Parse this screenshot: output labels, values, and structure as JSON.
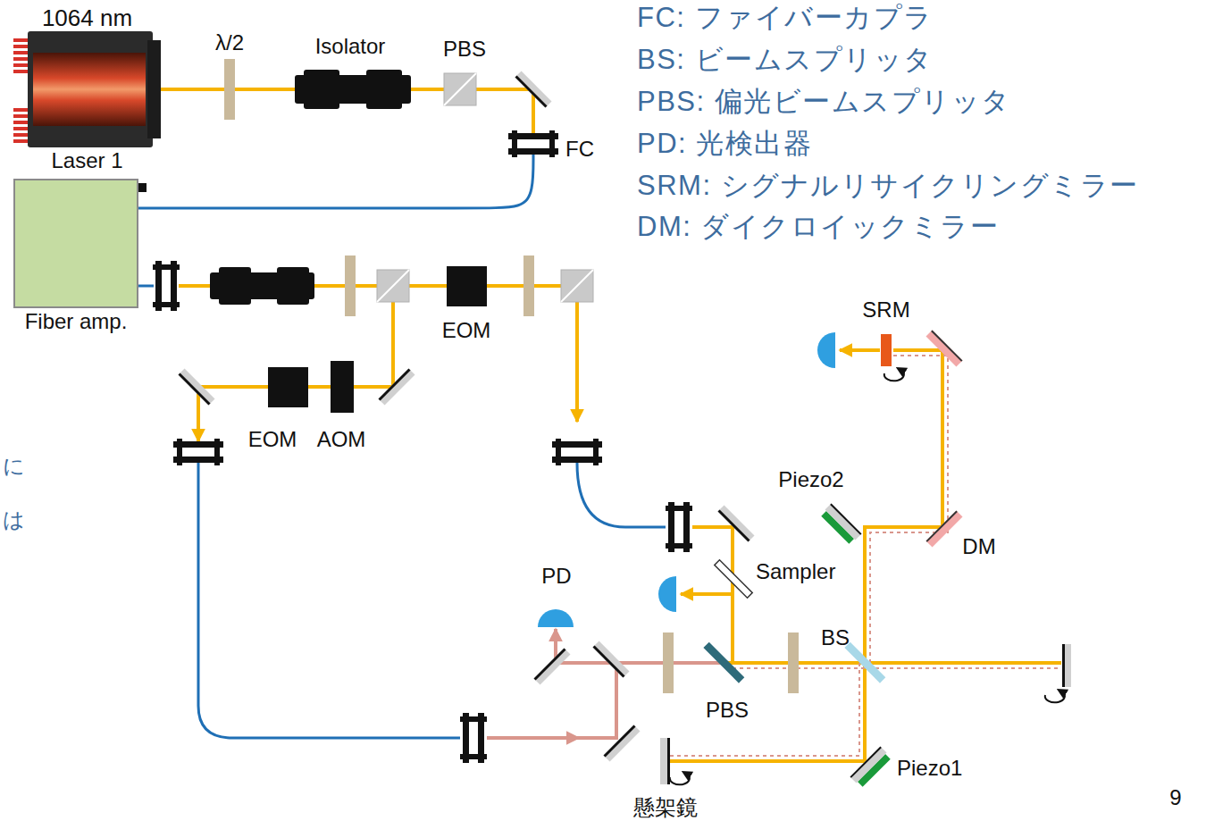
{
  "diagram": {
    "nodes": [
      {
        "text": [
          "1064 nm",
          "Laser 1"
        ]
      },
      {
        "text": [
          "Fiber amp."
        ]
      }
    ],
    "edges": [
      {
        "from": 0,
        "to": 1,
        "arrow": "none"
      }
    ],
    "labels": [
      "FC: ファイバーカプラ",
      "BS: ビームスプリッタ",
      "PBS: 偏光ビームスプリッタ",
      "PD: 光検出器",
      "SRM: シグナルリサイクリングミラー",
      "DM: ダイクロイックミラー",
      "λ/2",
      "Isolator",
      "PBS",
      "FC",
      "EOM",
      "EOM",
      "AOM",
      "SRM",
      "Piezo2",
      "DM",
      "Sampler",
      "PD",
      "BS",
      "PBS",
      "Piezo1",
      "懸架鏡",
      "9",
      "に",
      "は"
    ]
  }
}
